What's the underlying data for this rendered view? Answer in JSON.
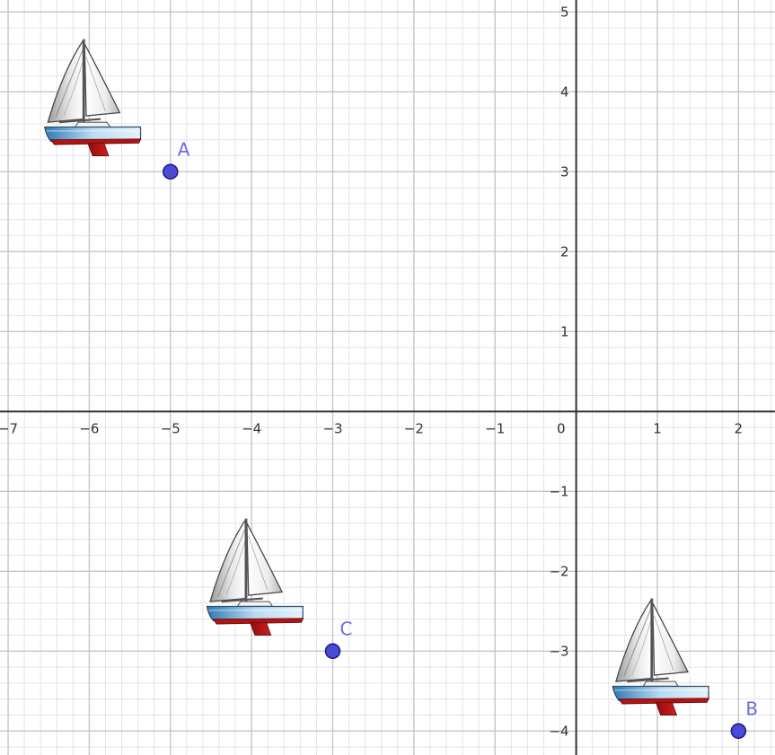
{
  "graph": {
    "x_range": [
      -7.1,
      2.45
    ],
    "y_range": [
      -4.3,
      5.15
    ],
    "x_ticks": [
      -7,
      -6,
      -5,
      -4,
      -3,
      -2,
      -1,
      1,
      2
    ],
    "y_ticks": [
      -4,
      -3,
      -2,
      -1,
      1,
      2,
      3,
      4,
      5
    ],
    "x_tick_labels": [
      "−7",
      "−6",
      "−5",
      "−4",
      "−3",
      "−2",
      "−1",
      "1",
      "2"
    ],
    "y_tick_labels": [
      "−4",
      "−3",
      "−2",
      "−1",
      "1",
      "2",
      "3",
      "4",
      "5"
    ],
    "origin_label": "0",
    "minor_grid_per_unit": 5,
    "grid": true,
    "colors": {
      "minor_grid": "#e4e4e4",
      "major_grid": "#c6c6c6",
      "axis": "#333333",
      "point_fill": "#4a4ad6",
      "point_stroke": "#1e1e8c",
      "point_label": "#6b6be0"
    }
  },
  "points": [
    {
      "label": "A",
      "x": -5,
      "y": 3
    },
    {
      "label": "B",
      "x": 2,
      "y": -4
    },
    {
      "label": "C",
      "x": -3,
      "y": -3
    }
  ],
  "sailboats": [
    {
      "name": "sailboat-icon",
      "anchor_x": -5,
      "anchor_y": 3
    },
    {
      "name": "sailboat-icon",
      "anchor_x": -3,
      "anchor_y": -3
    },
    {
      "name": "sailboat-icon",
      "anchor_x": 2,
      "anchor_y": -4
    }
  ]
}
